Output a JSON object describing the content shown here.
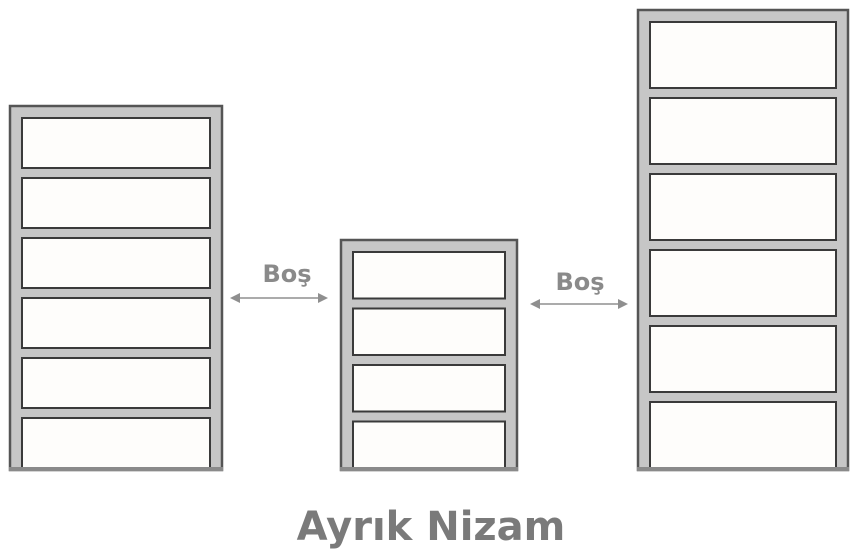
{
  "diagram": {
    "caption": "Ayrık Nizam",
    "gaps": [
      {
        "label": "Boş"
      },
      {
        "label": "Boş"
      }
    ],
    "buildings": [
      {
        "name": "left-building",
        "floors": 6
      },
      {
        "name": "middle-building",
        "floors": 4
      },
      {
        "name": "right-building",
        "floors": 6
      }
    ],
    "colors": {
      "frame": "#c6c6c6",
      "frame_outline": "#555555",
      "floor_fill": "#fefdfb",
      "text": "#7a7a7a",
      "arrow": "#8f8f8f"
    }
  }
}
